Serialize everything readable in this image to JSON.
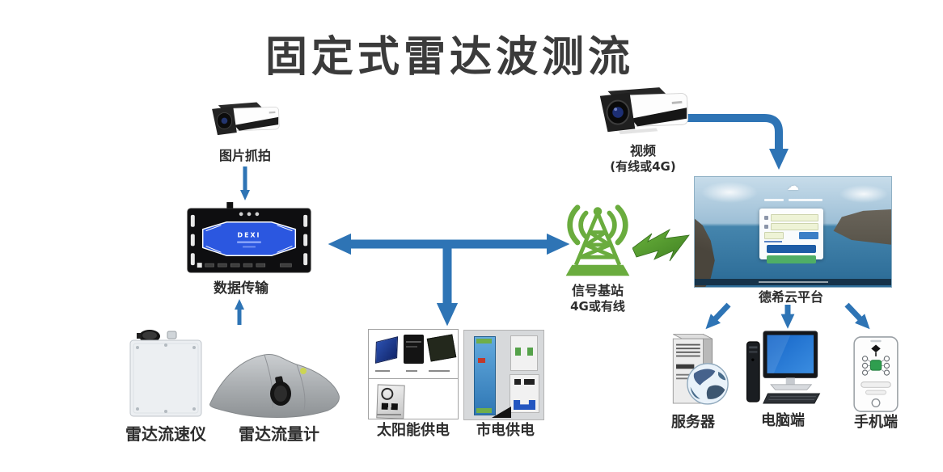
{
  "title": "固定式雷达波测流",
  "colors": {
    "arrow_blue": "#2e74b5",
    "tower_green": "#6aac3e",
    "lightning_green": "#4d9430",
    "dtu_panel_blue": "#2b57e0",
    "title_text": "#3b3b3b",
    "label_text": "#2d2d2d"
  },
  "nodes": {
    "camera_snapshot": {
      "label": "图片抓拍"
    },
    "camera_video": {
      "label_line1": "视频",
      "label_line2": "(有线或4G)"
    },
    "dtu": {
      "label": "数据传输",
      "device_brand": "DEXI"
    },
    "base_station": {
      "label_line1": "信号基站",
      "label_line2": "4G或有线"
    },
    "cloud_platform": {
      "label": "德希云平台"
    },
    "radar_velocity_meter": {
      "label": "雷达流速仪"
    },
    "radar_flow_meter": {
      "label": "雷达流量计"
    },
    "solar_power": {
      "label": "太阳能供电"
    },
    "mains_power": {
      "label": "市电供电"
    },
    "server": {
      "label": "服务器"
    },
    "pc": {
      "label": "电脑端"
    },
    "mobile": {
      "label": "手机端"
    }
  }
}
